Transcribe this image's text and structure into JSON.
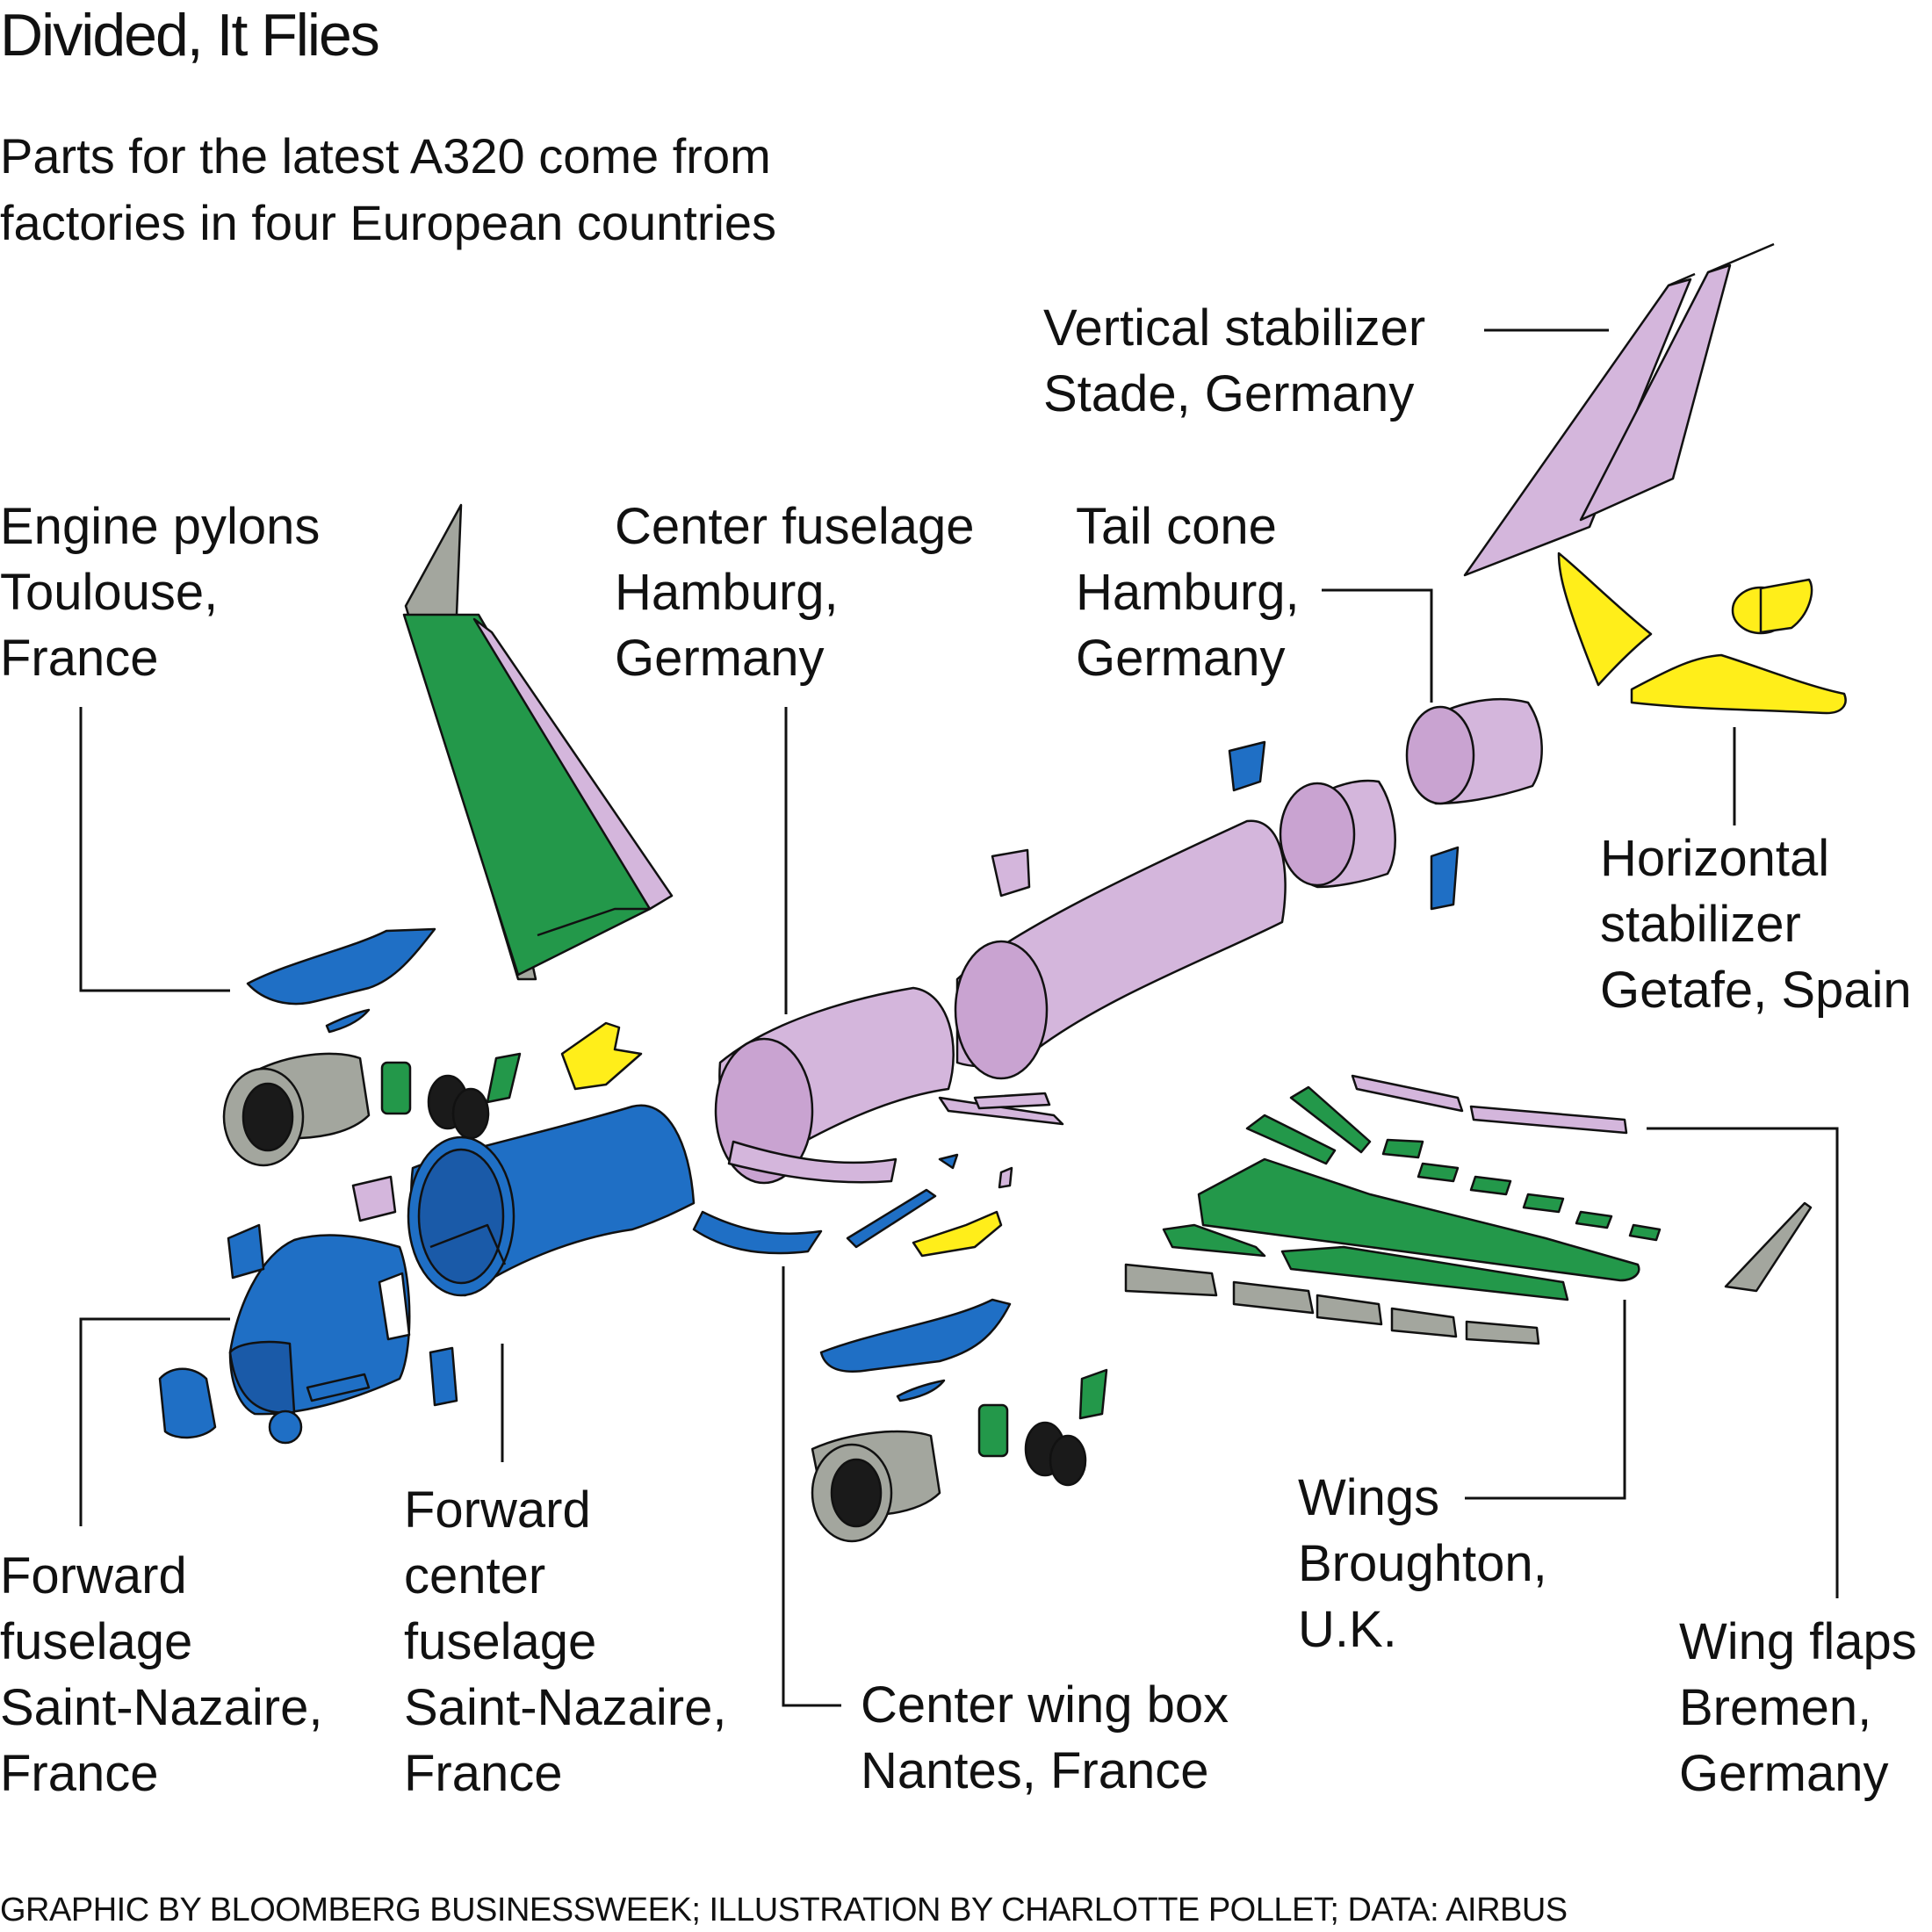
{
  "title": "Divided, It Flies",
  "subtitle_lines": [
    "Parts for the latest A320 come from",
    "factories in four European countries"
  ],
  "credit": "GRAPHIC BY BLOOMBERG BUSINESSWEEK; ILLUSTRATION BY CHARLOTTE POLLET; DATA: AIRBUS",
  "labels": {
    "vertical_stabilizer": [
      "Vertical stabilizer",
      "Stade, Germany"
    ],
    "engine_pylons": [
      "Engine pylons",
      "Toulouse,",
      "France"
    ],
    "center_fuselage": [
      "Center fuselage",
      "Hamburg,",
      "Germany"
    ],
    "tail_cone": [
      "Tail cone",
      "Hamburg,",
      "Germany"
    ],
    "horizontal_stabilizer": [
      "Horizontal",
      "stabilizer",
      "Getafe, Spain"
    ],
    "forward_fuselage": [
      "Forward",
      "fuselage",
      "Saint-Nazaire,",
      "France"
    ],
    "forward_center_fuselage": [
      "Forward",
      "center",
      "fuselage",
      "Saint-Nazaire,",
      "France"
    ],
    "center_wing_box": [
      "Center wing box",
      "Nantes, France"
    ],
    "wings": [
      "Wings",
      "Broughton,",
      "U.K."
    ],
    "wing_flaps": [
      "Wing flaps",
      "Bremen,",
      "Germany"
    ]
  },
  "colors": {
    "france": "#1f6fc5",
    "germany": "#d4b6dc",
    "spain": "#ffee1a",
    "uk": "#23984a",
    "gray": "#a3a69e"
  }
}
